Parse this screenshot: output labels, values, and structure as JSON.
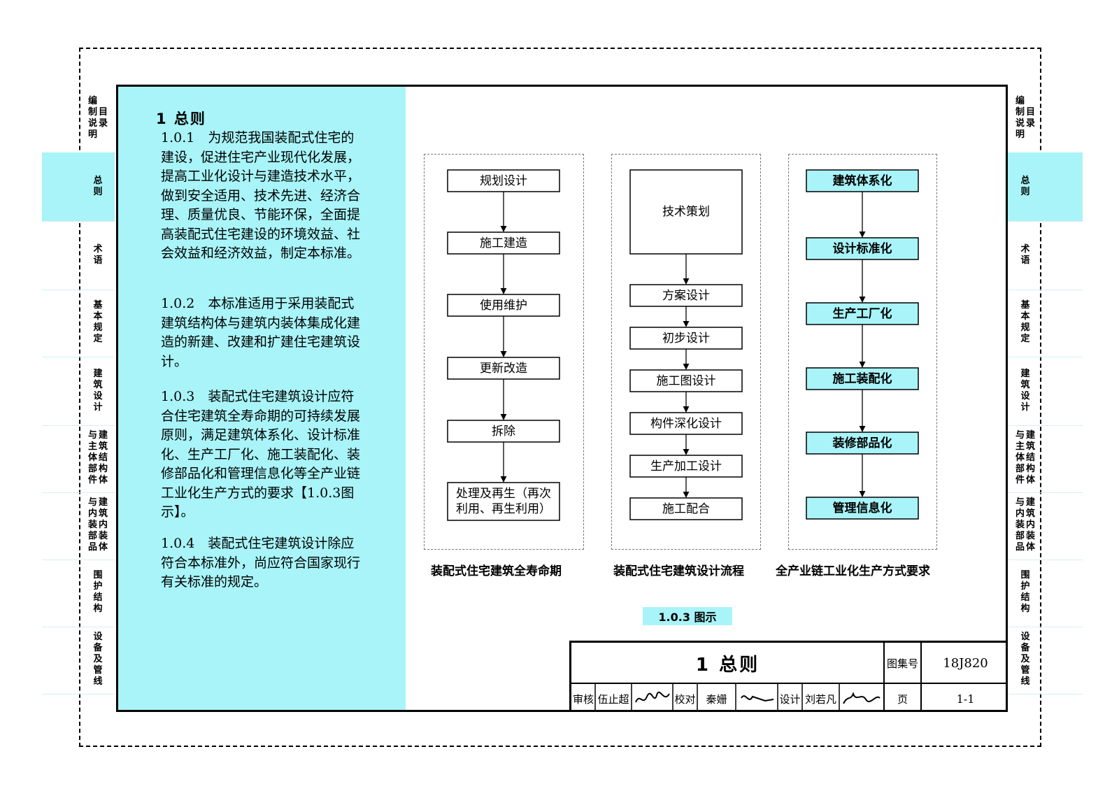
{
  "side_nav": [
    {
      "cols": [
        "目录",
        "编制说明"
      ]
    },
    {
      "cols": [
        "总则"
      ],
      "active": true
    },
    {
      "cols": [
        "术语"
      ]
    },
    {
      "cols": [
        "基本规定"
      ]
    },
    {
      "cols": [
        "建筑设计"
      ]
    },
    {
      "cols": [
        "建筑结构体",
        "与主体部件"
      ]
    },
    {
      "cols": [
        "建筑内装体",
        "与内装部品"
      ]
    },
    {
      "cols": [
        "围护结构"
      ]
    },
    {
      "cols": [
        "设备及管线"
      ]
    }
  ],
  "section": {
    "title": "1 总则",
    "clauses": [
      "1.0.1　为规范我国装配式住宅的建设，促进住宅产业现代化发展，提高工业化设计与建造技术水平，做到安全适用、技术先进、经济合理、质量优良、节能环保，全面提高装配式住宅建设的环境效益、社会效益和经济效益，制定本标准。",
      "1.0.2　本标准适用于采用装配式建筑结构体与建筑内装体集成化建造的新建、改建和扩建住宅建筑设计。",
      "1.0.3　装配式住宅建筑设计应符合住宅建筑全寿命期的可持续发展原则，满足建筑体系化、设计标准化、生产工厂化、施工装配化、装修部品化和管理信息化等全产业链工业化生产方式的要求【1.0.3图示】。",
      "1.0.4　装配式住宅建筑设计除应符合本标准外，尚应符合国家现行有关标准的规定。"
    ]
  },
  "diagrams": [
    {
      "caption": "装配式住宅建筑全寿命期",
      "nodes": [
        "规划设计",
        "施工建造",
        "使用维护",
        "更新改造",
        "拆除",
        "处理及再生（再次利用、再生利用）"
      ]
    },
    {
      "caption": "装配式住宅建筑设计流程",
      "nodes": [
        "技术策划",
        "方案设计",
        "初步设计",
        "施工图设计",
        "构件深化设计",
        "生产加工设计",
        "施工配合"
      ]
    },
    {
      "caption": "全产业链工业化生产方式要求",
      "nodes": [
        "建筑体系化",
        "设计标准化",
        "生产工厂化",
        "施工装配化",
        "装修部品化",
        "管理信息化"
      ],
      "fill": "#a8f4f8"
    }
  ],
  "figure_label": "1.0.3 图示",
  "title_block": {
    "title": "1 总则",
    "atlas_no_label": "图集号",
    "atlas_no": "18J820",
    "review_label": "审核",
    "reviewer": "伍止超",
    "check_label": "校对",
    "checker": "秦姗",
    "design_label": "设计",
    "designer": "刘若凡",
    "page_label": "页",
    "page": "1-1"
  },
  "colors": {
    "accent": "#a8f4f8"
  }
}
